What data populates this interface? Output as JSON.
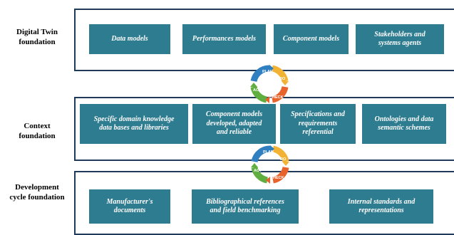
{
  "layers": [
    {
      "label": "Digital Twin\nfoundation",
      "boxes": [
        "Data models",
        "Performances models",
        "Component models",
        "Stakeholders and\nsystems agents"
      ]
    },
    {
      "label": "Context\nfoundation",
      "boxes": [
        "Specific domain knowledge\ndata bases and libraries",
        "Component models\ndeveloped, adapted\nand reliable",
        "Specifications and\nrequirements\nreferential",
        "Ontologies and data\nsemantic schemes"
      ]
    },
    {
      "label": "Development\ncycle foundation",
      "boxes": [
        "Manufacturer's\ndocuments",
        "Bibliographical references\nand field benchmarking",
        "Internal standards and\nrepresentations"
      ]
    }
  ],
  "pdca": {
    "plan": "PLAN",
    "do": "DO",
    "check": "CHECK",
    "act": "ACT",
    "colors": {
      "plan": "#2f7fc1",
      "do": "#f2b233",
      "check": "#e8632b",
      "act": "#5fae3f"
    }
  },
  "colors": {
    "box": "#2e7c90",
    "frame": "#1f3a5a"
  }
}
